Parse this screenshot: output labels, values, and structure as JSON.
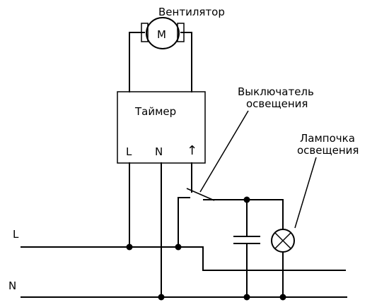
{
  "labels": {
    "fan": "Вентилятор",
    "motor": "M",
    "timer": "Таймер",
    "timer_l": "L",
    "timer_n": "N",
    "timer_out": "↑",
    "switch_line1": "Выключатель",
    "switch_line2": "освещения",
    "lamp_line1": "Лампочка",
    "lamp_line2": "освещения",
    "line_l": "L",
    "line_n": "N"
  }
}
